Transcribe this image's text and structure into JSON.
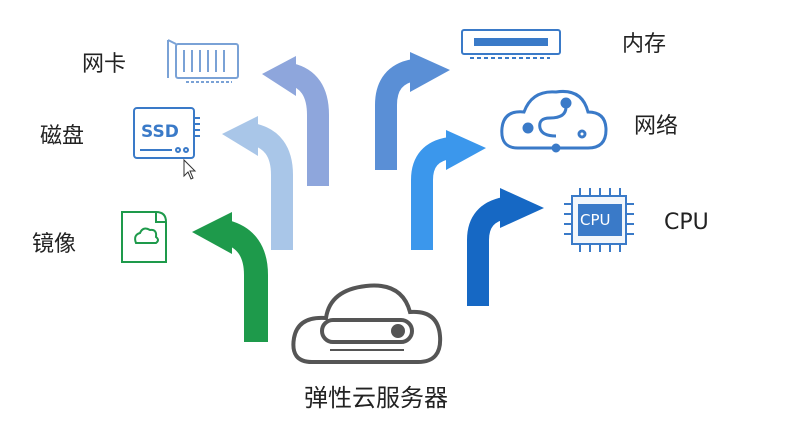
{
  "center": {
    "label": "弹性云服务器"
  },
  "components": [
    {
      "id": "nic",
      "label": "网卡",
      "icon": "network-card-icon"
    },
    {
      "id": "disk",
      "label": "磁盘",
      "icon": "ssd-icon",
      "icon_text": "SSD"
    },
    {
      "id": "image",
      "label": "镜像",
      "icon": "image-cloud-icon"
    },
    {
      "id": "memory",
      "label": "内存",
      "icon": "memory-module-icon"
    },
    {
      "id": "network",
      "label": "网络",
      "icon": "cloud-network-icon"
    },
    {
      "id": "cpu",
      "label": "CPU",
      "icon": "cpu-chip-icon",
      "icon_text": "CPU"
    }
  ],
  "colors": {
    "nic_arrow": "#8ea6dc",
    "disk_arrow": "#a9c6e8",
    "image_arrow": "#1e9a4b",
    "memory_arrow": "#5a8fd6",
    "network_arrow": "#3b97ec",
    "cpu_arrow": "#1668c4",
    "icon_blue": "#3a7ac8",
    "icon_green": "#1e9a4b",
    "server_gray": "#555555"
  }
}
